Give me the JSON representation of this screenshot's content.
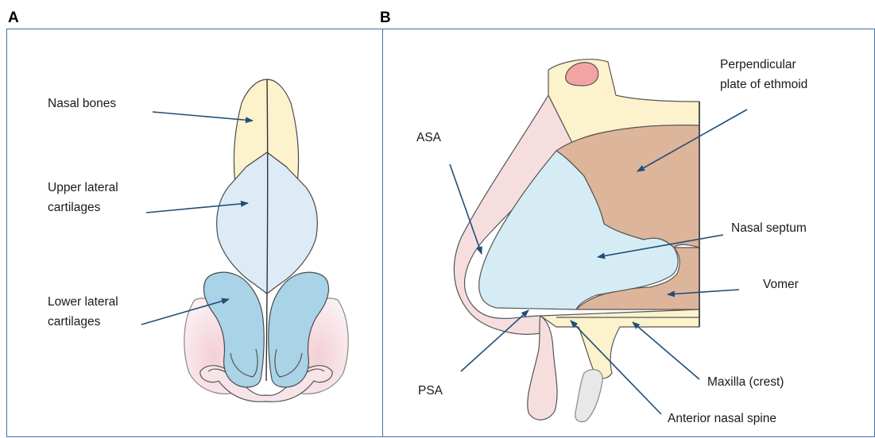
{
  "panels": [
    {
      "letter": "A"
    },
    {
      "letter": "B"
    }
  ],
  "panel_a": {
    "labels": {
      "nasal_bones": "Nasal bones",
      "upper_lateral_1": "Upper lateral",
      "upper_lateral_2": "cartilages",
      "lower_lateral_1": "Lower lateral",
      "lower_lateral_2": "cartilages"
    }
  },
  "panel_b": {
    "labels": {
      "perp_plate_1": "Perpendicular",
      "perp_plate_2": "plate of ethmoid",
      "asa": "ASA",
      "nasal_septum": "Nasal septum",
      "vomer": "Vomer",
      "psa": "PSA",
      "maxilla": "Maxilla (crest)",
      "ans": "Anterior nasal spine"
    }
  },
  "colors": {
    "bone": "#fcf2cb",
    "upper_cartilage": "#dcebf5",
    "lower_cartilage": "#a9d3e6",
    "skin": "#f7dede",
    "ethmoid": "#ddb59b",
    "septum": "#d6ecf4",
    "arrow": "#1f4e79",
    "frame": "#4a6fa5"
  }
}
